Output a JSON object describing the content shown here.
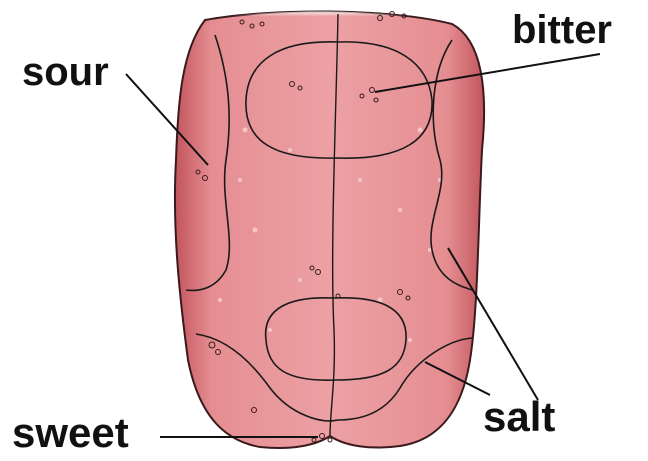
{
  "labels": {
    "sour": "sour",
    "bitter": "bitter",
    "salt": "salt",
    "sweet": "sweet"
  },
  "colors": {
    "tongue_fill": "#e58e92",
    "tongue_shadow": "#c2555d",
    "tongue_highlight": "#f4b8bb",
    "outline": "#1a1a1a",
    "leader_line": "#111111",
    "label_text": "#111111"
  }
}
